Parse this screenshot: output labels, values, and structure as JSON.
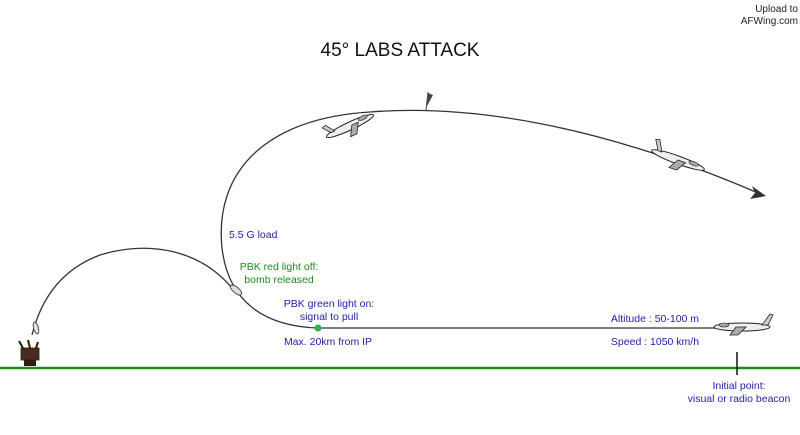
{
  "title": "45° LABS ATTACK",
  "watermark": {
    "line1": "Upload to",
    "line2": "AFWing.com"
  },
  "labels": {
    "g_load": "5.5 G load",
    "red_off_1": "PBK red light off:",
    "red_off_2": "bomb released",
    "green_on_1": "PBK green light on:",
    "green_on_2": "signal to pull",
    "max_range": "Max. 20km from IP",
    "altitude": "Altitude : 50-100 m",
    "speed": "Speed : 1050 km/h",
    "ip_1": "Initial point:",
    "ip_2": "visual or radio beacon"
  },
  "colors": {
    "ground": "#1a8c1a",
    "blue_text": "#2222aa",
    "green_text": "#1a8c1a",
    "trajectory": "#333333",
    "pull_point": "#2fb34a"
  },
  "icons": [
    "aircraft-icon",
    "target-icon",
    "arrow-head-icon"
  ]
}
